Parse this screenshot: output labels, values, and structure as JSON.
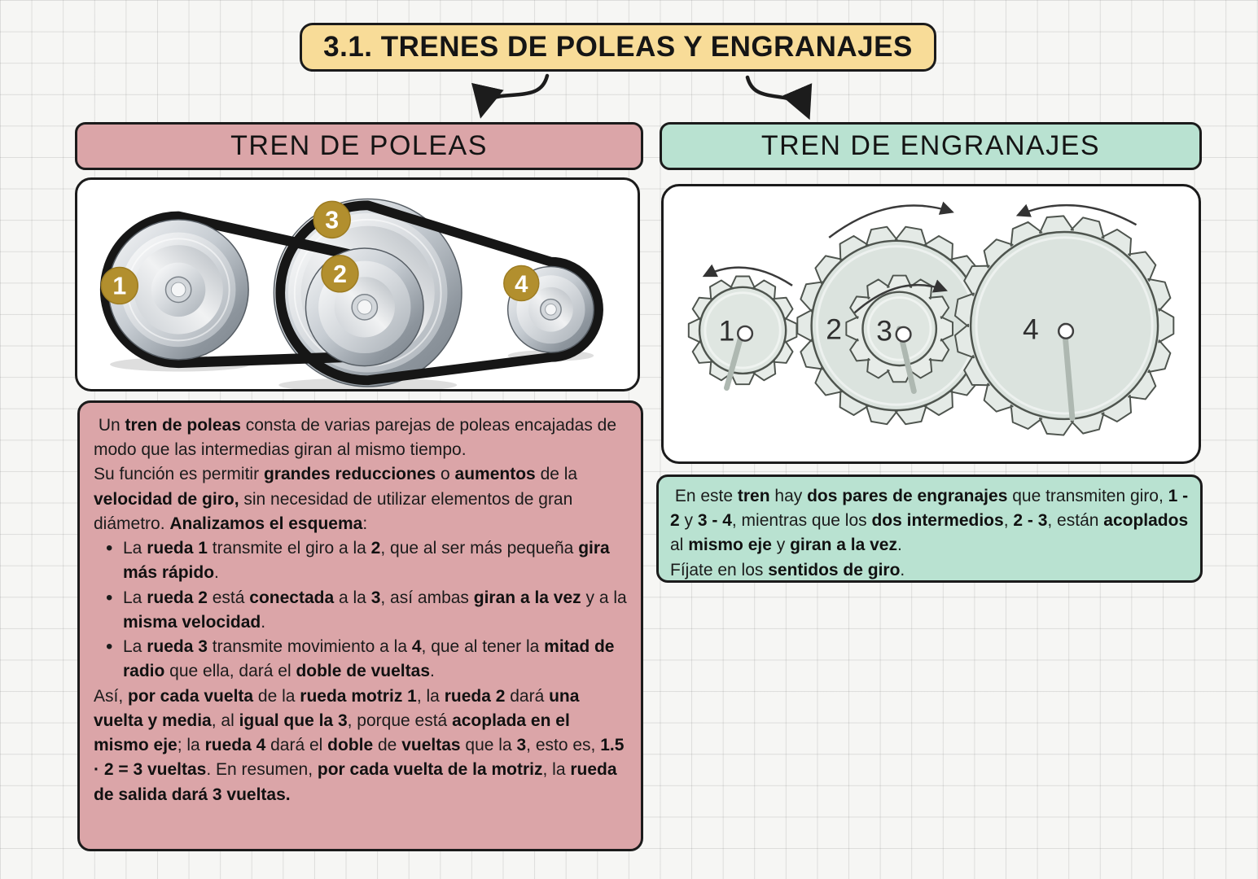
{
  "title": "3.1. TRENES DE POLEAS Y ENGRANAJES",
  "colors": {
    "title_bg": "#f8dc98",
    "pink": "#dba5a8",
    "green": "#b9e2d1",
    "border": "#1b1b1b",
    "badge_gold": "#b28f2e",
    "belt_black": "#161616",
    "gear_fill": "#e7ece8",
    "gear_face": "#dbe3de",
    "gear_stroke": "#4e544e"
  },
  "left": {
    "header": "TREN DE POLEAS",
    "diagram": {
      "labels": [
        "1",
        "2",
        "3",
        "4"
      ]
    },
    "body": [
      {
        "type": "p",
        "text": " Un **tren de poleas** consta de varias parejas de poleas encajadas de modo que las intermedias giran al mismo tiempo."
      },
      {
        "type": "p",
        "text": "Su función es permitir **grandes reducciones** o **aumentos** de la **velocidad de giro,** sin necesidad de utilizar elementos de gran diámetro. **Analizamos el esquema**:"
      },
      {
        "type": "li",
        "text": "La **rueda 1** transmite el giro a la **2**, que al ser más pequeña **gira más rápido**."
      },
      {
        "type": "li",
        "text": "La **rueda 2** está **conectada** a la **3**, así ambas **giran a la vez** y a la **misma velocidad**."
      },
      {
        "type": "li",
        "text": "La **rueda 3** transmite movimiento a la **4**, que al tener la **mitad de radio** que ella, dará el **doble de vueltas**."
      },
      {
        "type": "p",
        "text": "Así, **por cada vuelta** de la **rueda motriz 1**, la **rueda 2** dará **una vuelta y media**, al **igual que la 3**, porque está **acoplada en el mismo eje**; la **rueda 4** dará el **doble** de **vueltas** que la **3**, esto es, **1.5 · 2 = 3 vueltas**. En resumen, **por cada vuelta de la motriz**, la **rueda de salida dará 3 vueltas.**"
      }
    ]
  },
  "right": {
    "header": "TREN DE ENGRANAJES",
    "diagram": {
      "labels": [
        "1",
        "2",
        "3",
        "4"
      ]
    },
    "body": [
      {
        "type": "p",
        "text": " En este **tren** hay **dos pares de engranajes** que transmiten giro, **1 - 2** y **3 - 4**, mientras que los **dos intermedios**, **2 - 3**, están **acoplados** al **mismo eje** y **giran a la vez**."
      },
      {
        "type": "p",
        "text": "Fíjate en los **sentidos de giro**."
      }
    ]
  }
}
